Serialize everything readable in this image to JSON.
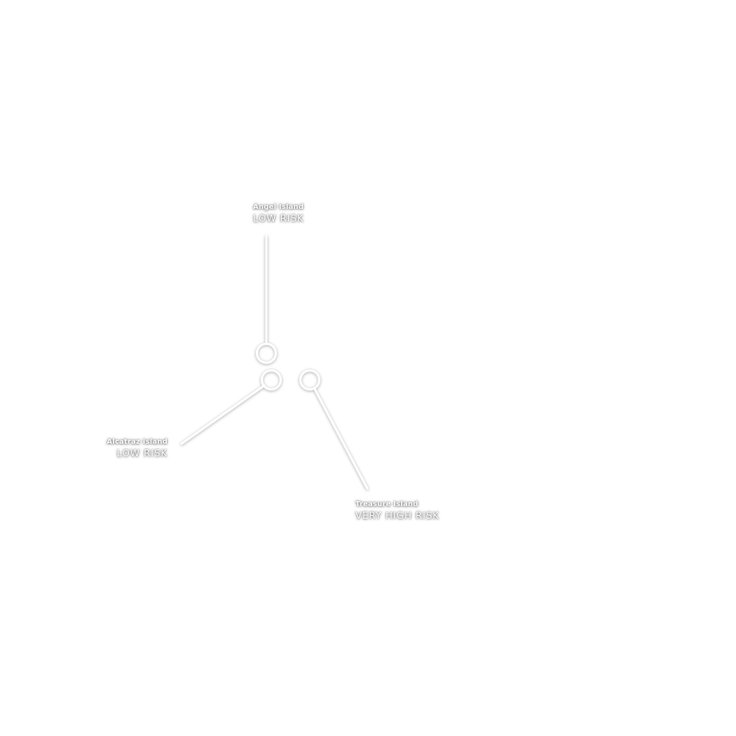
{
  "map": {
    "islands": [
      {
        "name": "Angel Island",
        "risk": "LOW RISK"
      },
      {
        "name": "Alcatraz Island",
        "risk": "LOW RISK"
      },
      {
        "name": "Treasure Island",
        "risk": "VERY HIGH RISK"
      }
    ],
    "colors": {
      "marker": "#ffffff",
      "label_text": "#ffffff",
      "halo": "#000000"
    }
  }
}
